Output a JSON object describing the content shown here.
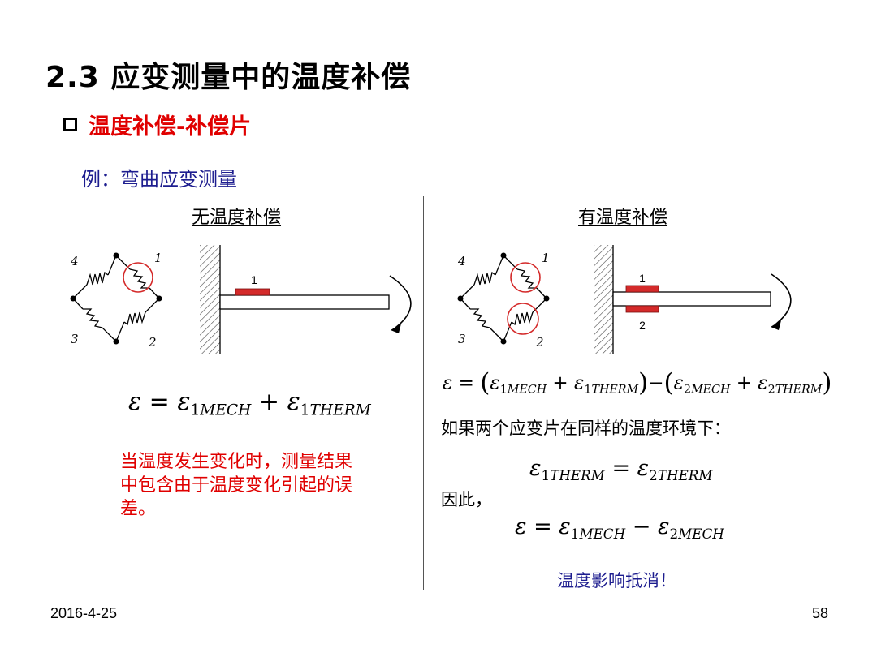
{
  "title": "2.3 应变测量中的温度补偿",
  "section_heading": "温度补偿-补偿片",
  "example_label": "例：弯曲应变测量",
  "left": {
    "heading": "无温度补偿",
    "bridge_labels": [
      "1",
      "2",
      "3",
      "4"
    ],
    "gauge_label": "1",
    "equation": {
      "lhs": "ε",
      "terms": [
        {
          "sym": "ε",
          "sub1": "1",
          "sub2": "MECH"
        },
        {
          "sym": "ε",
          "sub1": "1",
          "sub2": "THERM"
        }
      ]
    },
    "note": "当温度发生变化时，测量结果中包含由于温度变化引起的误差。"
  },
  "right": {
    "heading": "有温度补偿",
    "bridge_labels": [
      "1",
      "2",
      "3",
      "4"
    ],
    "gauge_labels": [
      "1",
      "2"
    ],
    "equation_main": {
      "lhs": "ε",
      "terms": [
        {
          "sym": "ε",
          "sub1": "1",
          "sub2": "MECH"
        },
        {
          "sym": "ε",
          "sub1": "1",
          "sub2": "THERM"
        },
        {
          "sym": "ε",
          "sub1": "2",
          "sub2": "MECH"
        },
        {
          "sym": "ε",
          "sub1": "2",
          "sub2": "THERM"
        }
      ]
    },
    "condition_text": "如果两个应变片在同样的温度环境下：",
    "equation_therm": {
      "terms": [
        {
          "sym": "ε",
          "sub1": "1",
          "sub2": "THERM"
        },
        {
          "sym": "ε",
          "sub1": "2",
          "sub2": "THERM"
        }
      ]
    },
    "therefore_text": "因此，",
    "equation_result": {
      "lhs": "ε",
      "terms": [
        {
          "sym": "ε",
          "sub1": "1",
          "sub2": "MECH"
        },
        {
          "sym": "ε",
          "sub1": "2",
          "sub2": "MECH"
        }
      ]
    },
    "conclusion": "温度影响抵消！"
  },
  "footer": {
    "date": "2016-4-25",
    "page": "58"
  },
  "colors": {
    "accent_red": "#e00000",
    "navy": "#1d1d8f",
    "gauge_red": "#d42a2a"
  }
}
